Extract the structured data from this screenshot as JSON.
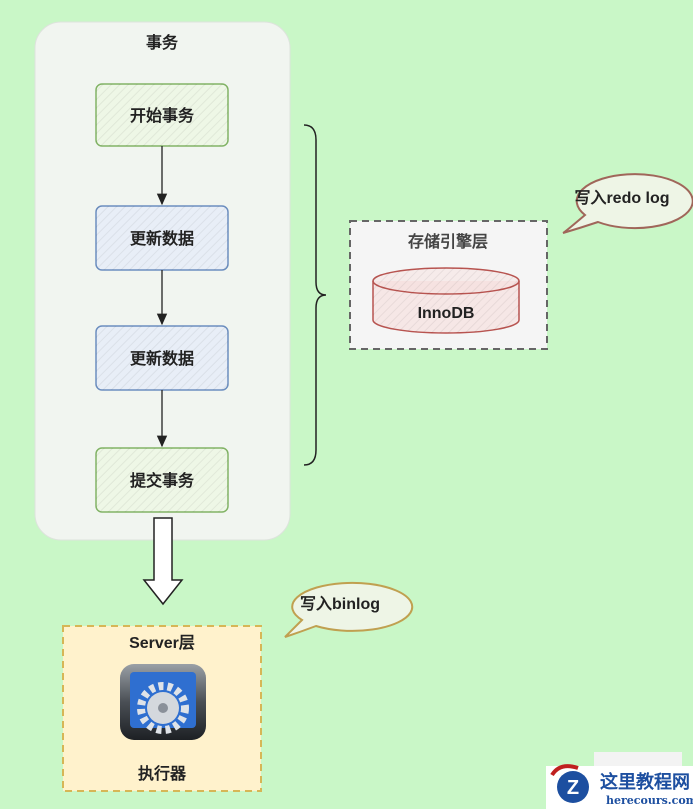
{
  "transaction": {
    "title": "事务",
    "steps": [
      {
        "label": "开始事务",
        "kind": "start"
      },
      {
        "label": "更新数据",
        "kind": "update"
      },
      {
        "label": "更新数据",
        "kind": "update"
      },
      {
        "label": "提交事务",
        "kind": "commit"
      }
    ]
  },
  "storage_layer": {
    "title": "存储引擎层",
    "engine": "InnoDB"
  },
  "redo_bubble": {
    "label": "写入redo log"
  },
  "binlog_bubble": {
    "label": "写入binlog"
  },
  "server_layer": {
    "title": "Server层",
    "component": "执行器",
    "icon": "gear-icon"
  },
  "watermark": {
    "name": "这里教程网",
    "domain": "herecours.com"
  },
  "colors": {
    "background": "#c9f7c7",
    "start_commit_border": "#82b366",
    "update_border": "#6c8ebf",
    "engine_border": "#b85450",
    "server_fill": "#fff2cc",
    "server_border": "#d6b656"
  }
}
